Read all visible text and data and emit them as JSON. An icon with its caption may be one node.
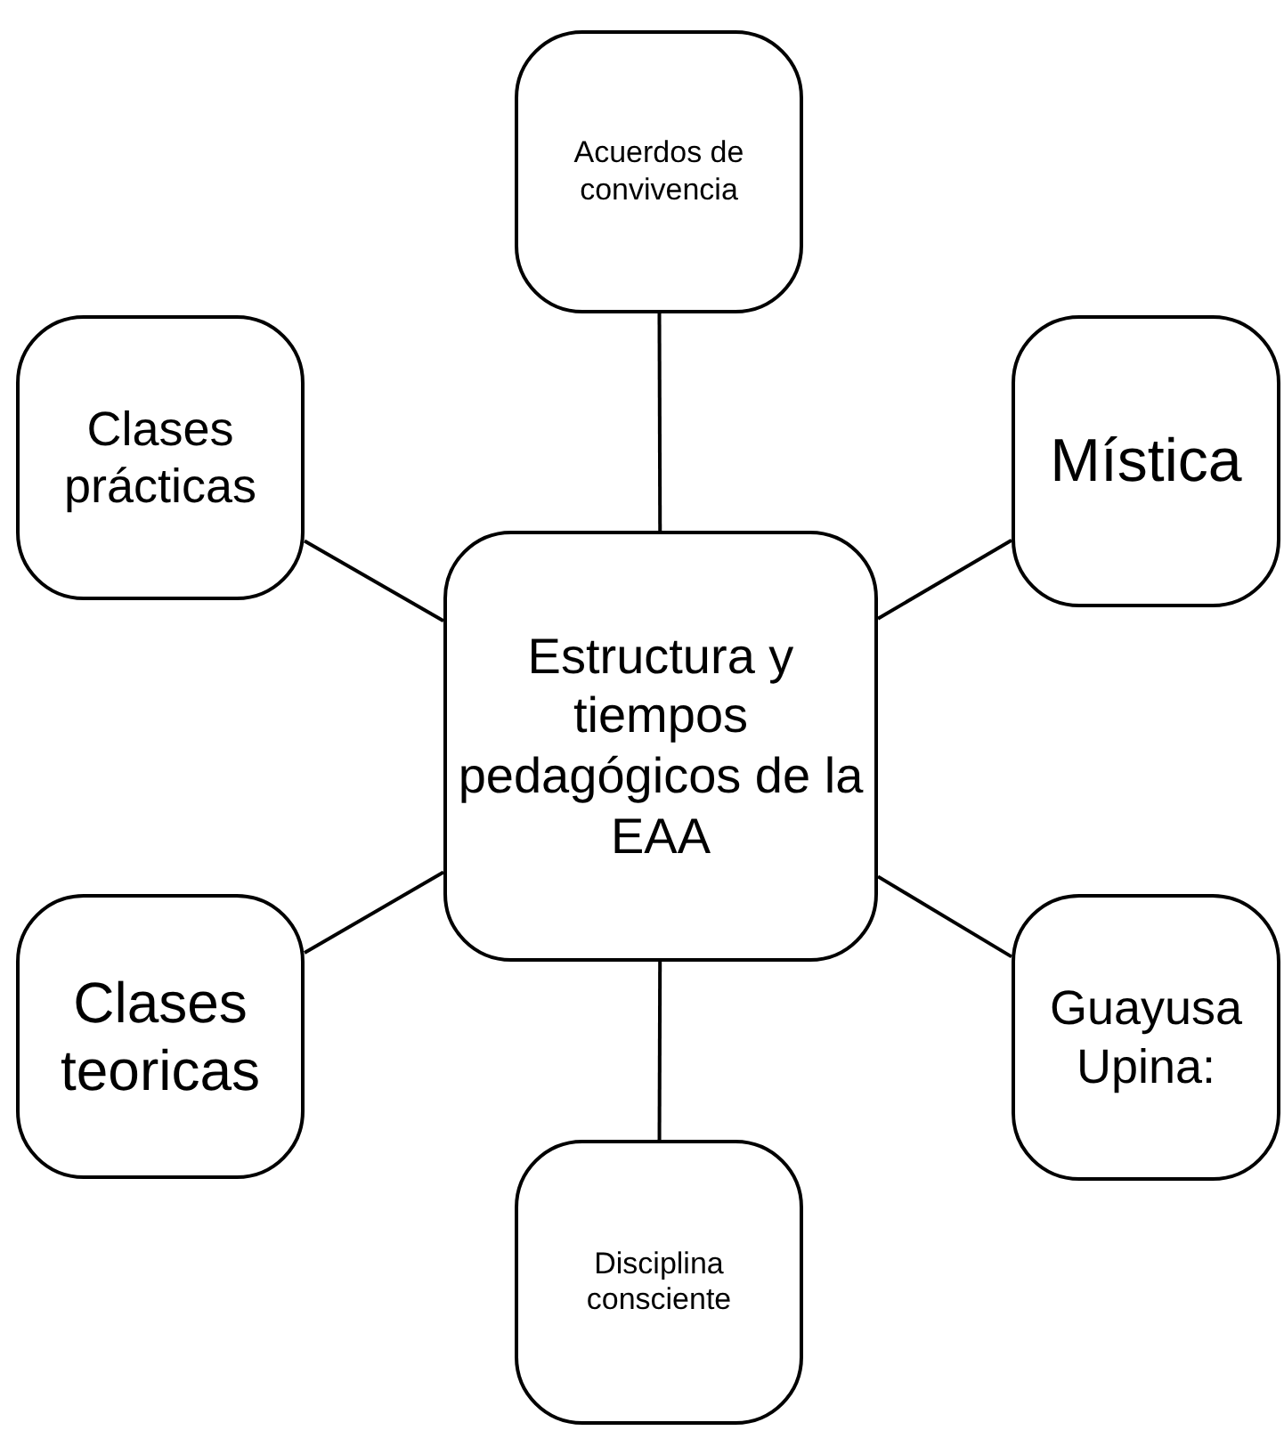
{
  "diagram": {
    "nodes": [
      {
        "text": [
          "Acuerdos de convivencia"
        ]
      },
      {
        "text": [
          "Clases prácticas"
        ]
      },
      {
        "text": [
          "Mística"
        ]
      },
      {
        "text": [
          "Estructura  y tiempos pedagógicos de la EAA"
        ]
      },
      {
        "text": [
          "Clases teoricas"
        ]
      },
      {
        "text": [
          "Guayusa Upina:"
        ]
      },
      {
        "text": [
          "Disciplina consciente"
        ]
      }
    ],
    "edges": [
      {
        "from": 3,
        "to": 0,
        "arrow": "none"
      },
      {
        "from": 3,
        "to": 1,
        "arrow": "none"
      },
      {
        "from": 3,
        "to": 2,
        "arrow": "none"
      },
      {
        "from": 3,
        "to": 4,
        "arrow": "none"
      },
      {
        "from": 3,
        "to": 5,
        "arrow": "none"
      },
      {
        "from": 3,
        "to": 6,
        "arrow": "none"
      }
    ]
  }
}
